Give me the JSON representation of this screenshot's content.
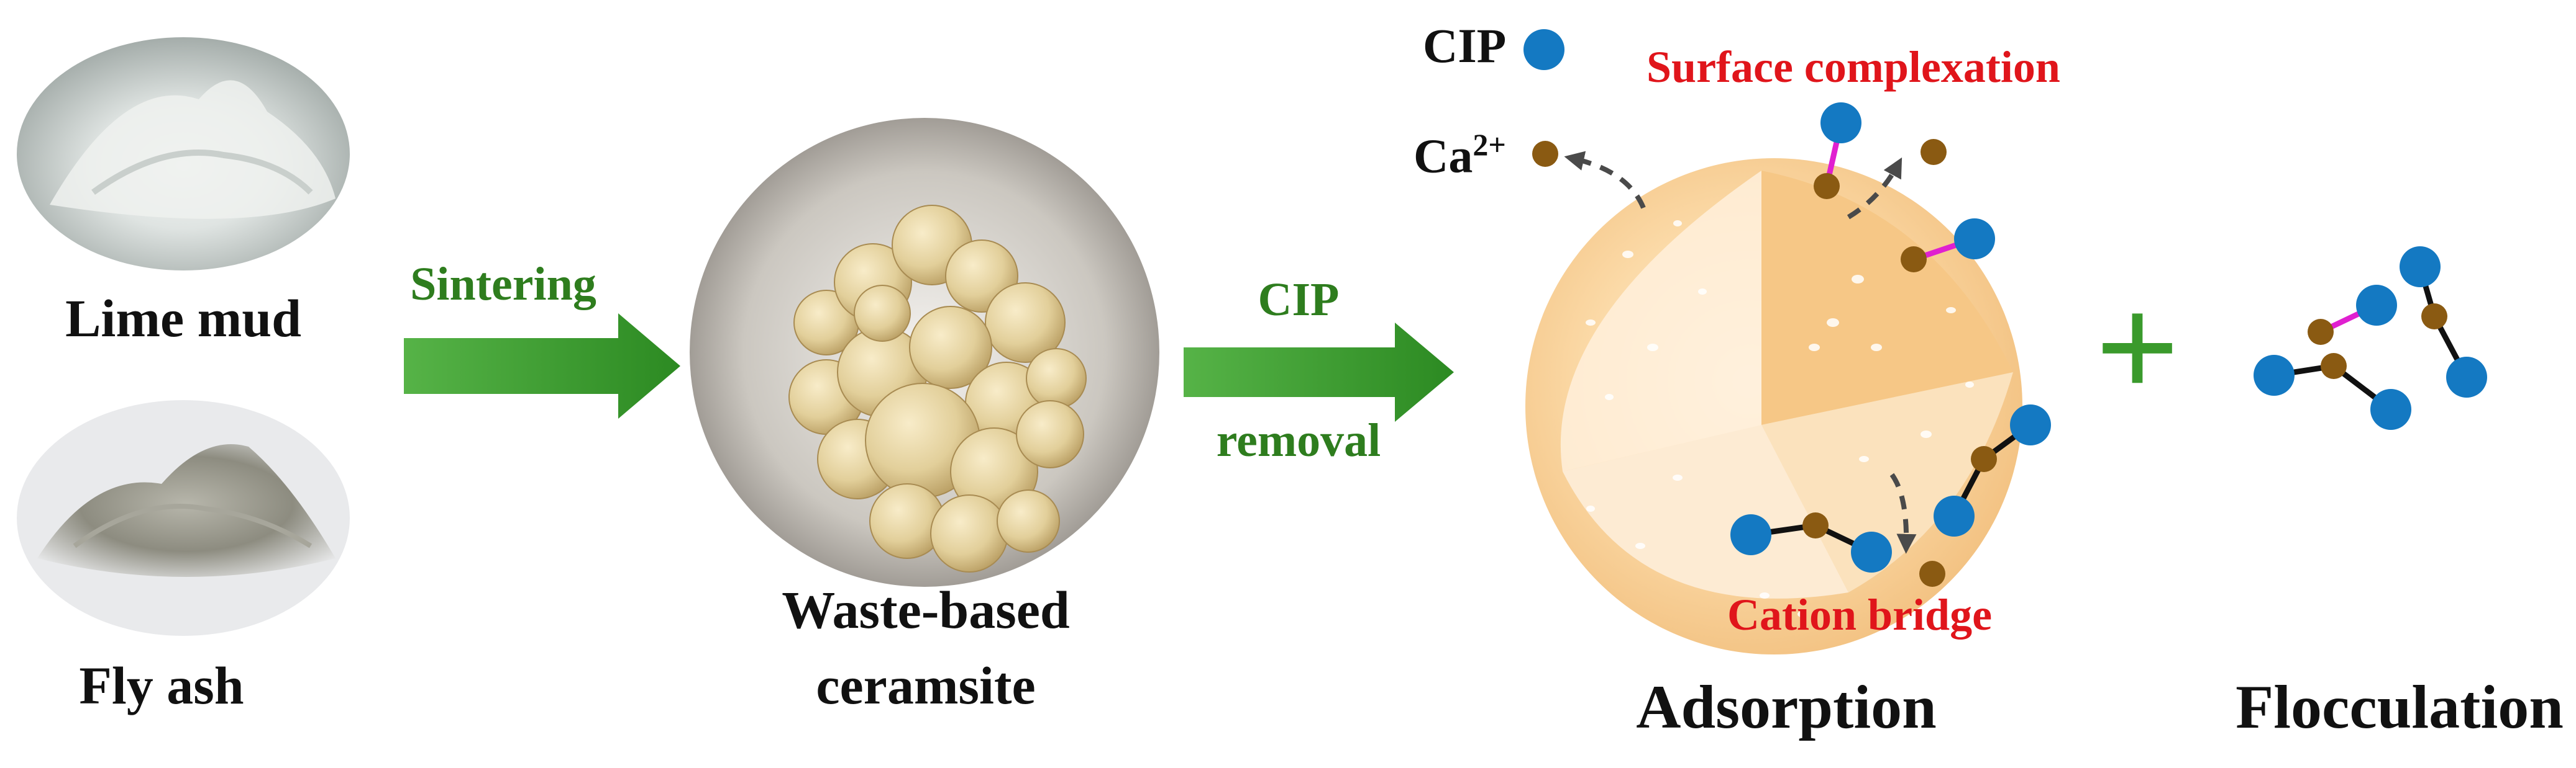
{
  "materials": {
    "lime_mud": "Lime mud",
    "fly_ash": "Fly ash"
  },
  "steps": {
    "sintering": "Sintering",
    "cip": "CIP",
    "removal": "removal"
  },
  "product": {
    "line1": "Waste-based",
    "line2": "ceramsite"
  },
  "legend": {
    "cip": "CIP",
    "ca_base": "Ca",
    "ca_charge": "2+"
  },
  "mechanisms": {
    "surface_complexation": "Surface complexation",
    "cation_bridge": "Cation bridge",
    "plus": "+"
  },
  "stages": {
    "adsorption": "Adsorption",
    "flocculation": "Flocculation"
  },
  "colors": {
    "cip": "#1479c2",
    "calcium": "#8a5a12",
    "complex_bond": "#e020d0",
    "bridge_bond": "#111111",
    "arrow_green": "#3a9a2c",
    "label_green": "#2e7d1e",
    "label_red": "#e0151b",
    "particle": "#f4c98a"
  }
}
